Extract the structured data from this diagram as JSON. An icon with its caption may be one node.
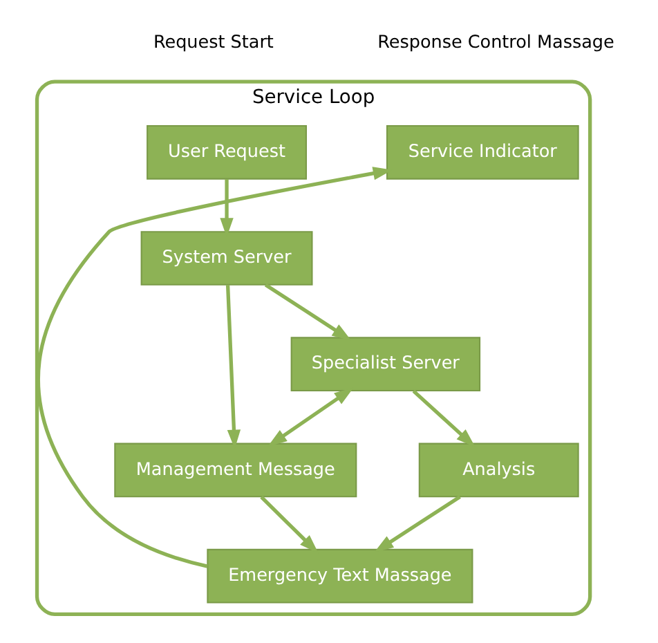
{
  "diagram": {
    "nodes": [
      {
        "text": [
          "Service Loop"
        ]
      },
      {
        "text": [
          "User Request"
        ],
        "in": 0
      },
      {
        "text": [
          "Service Indicator"
        ],
        "in": 0
      },
      {
        "text": [
          "System Server"
        ],
        "in": 0
      },
      {
        "text": [
          "Specialist Server"
        ],
        "in": 0
      },
      {
        "text": [
          "Analysis"
        ],
        "in": 0
      },
      {
        "text": [
          "Management Message"
        ],
        "in": 0
      },
      {
        "text": [
          "Emergency Text Massage"
        ],
        "in": 0
      }
    ],
    "edges": [
      {
        "from": 1,
        "to": 3,
        "arrow": "to"
      },
      {
        "from": 3,
        "to": 4,
        "arrow": "to"
      },
      {
        "from": 3,
        "to": 6,
        "arrow": "to"
      },
      {
        "from": 4,
        "to": 6,
        "arrow": "both"
      },
      {
        "from": 4,
        "to": 5,
        "arrow": "to"
      },
      {
        "from": 5,
        "to": 7,
        "arrow": "to"
      },
      {
        "from": 6,
        "to": 7,
        "arrow": "to"
      },
      {
        "from": 7,
        "to": 2,
        "arrow": "to"
      }
    ],
    "labels": [
      "Request Start",
      "Response Control Massage"
    ]
  }
}
